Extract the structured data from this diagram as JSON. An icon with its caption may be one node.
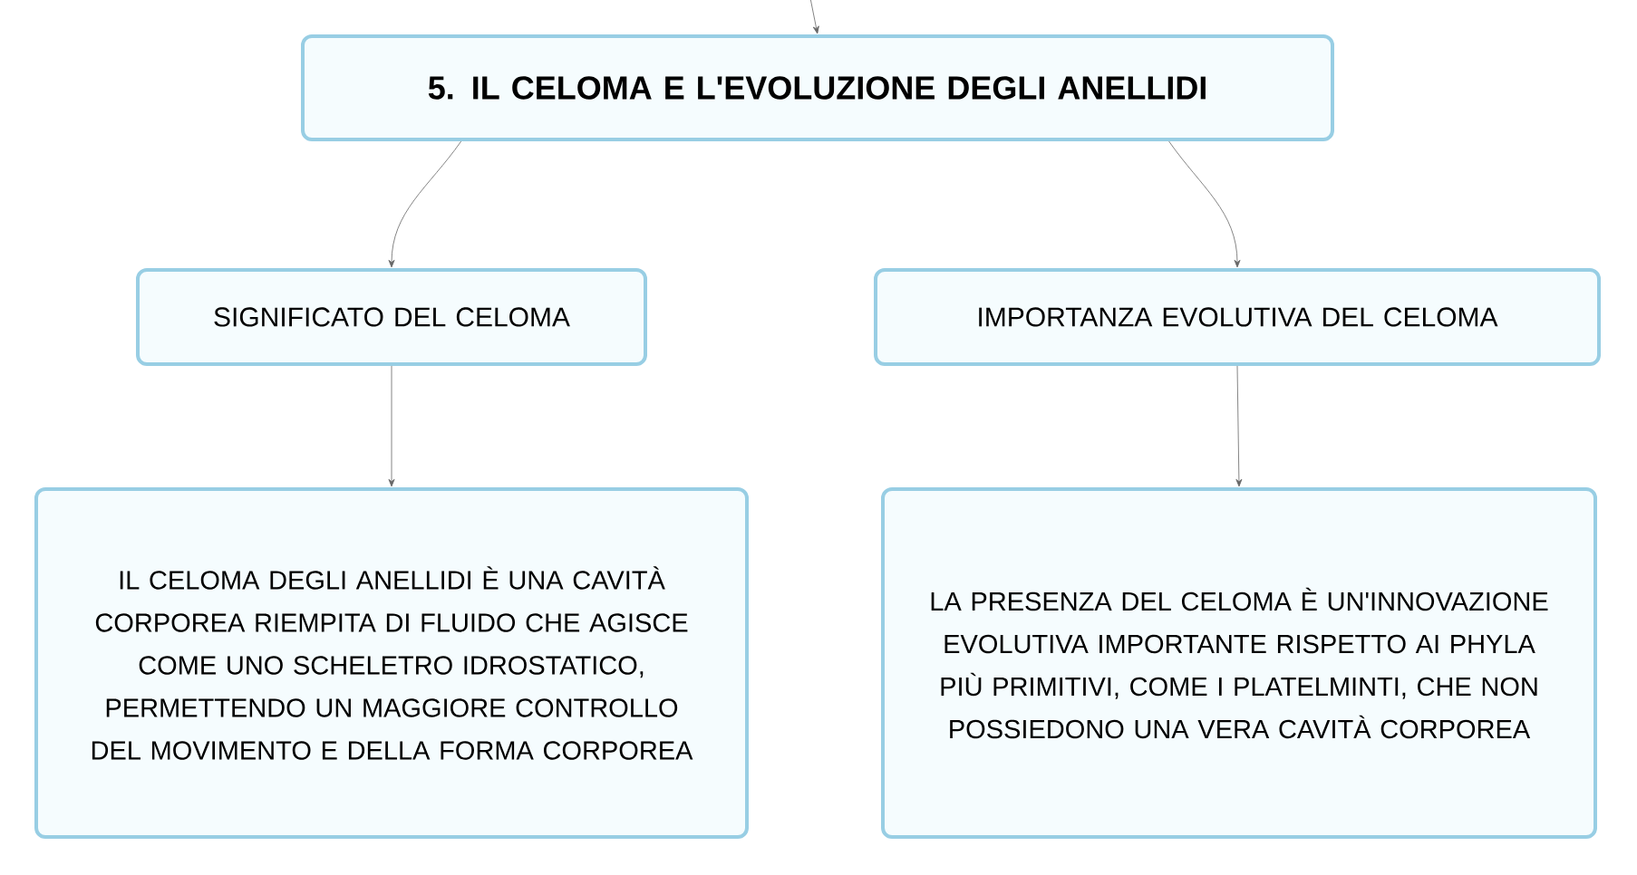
{
  "diagram": {
    "nodes": [
      {
        "text": [
          "5. IL CELOMA E L'EVOLUZIONE DEGLI ANELLIDI"
        ]
      },
      {
        "text": [
          "SIGNIFICATO DEL CELOMA"
        ]
      },
      {
        "text": [
          "IMPORTANZA EVOLUTIVA DEL CELOMA"
        ]
      },
      {
        "text": [
          "IL CELOMA DEGLI ANELLIDI È UNA CAVITÀ CORPOREA RIEMPITA DI FLUIDO CHE AGISCE COME UNO SCHELETRO IDROSTATICO, PERMETTENDO UN MAGGIORE CONTROLLO DEL MOVIMENTO E DELLA FORMA CORPOREA"
        ]
      },
      {
        "text": [
          "LA PRESENZA DEL CELOMA È UN'INNOVAZIONE EVOLUTIVA IMPORTANTE RISPETTO AI PHYLA PIÙ PRIMITIVI, COME I PLATELMINTI, CHE NON POSSIEDONO UNA VERA CAVITÀ CORPOREA"
        ]
      }
    ],
    "edges": [
      {
        "from": null,
        "to": 0,
        "arrow": "to"
      },
      {
        "from": 0,
        "to": 1,
        "arrow": "to"
      },
      {
        "from": 0,
        "to": 2,
        "arrow": "to"
      },
      {
        "from": 1,
        "to": 3,
        "arrow": "to"
      },
      {
        "from": 2,
        "to": 4,
        "arrow": "to"
      }
    ]
  }
}
